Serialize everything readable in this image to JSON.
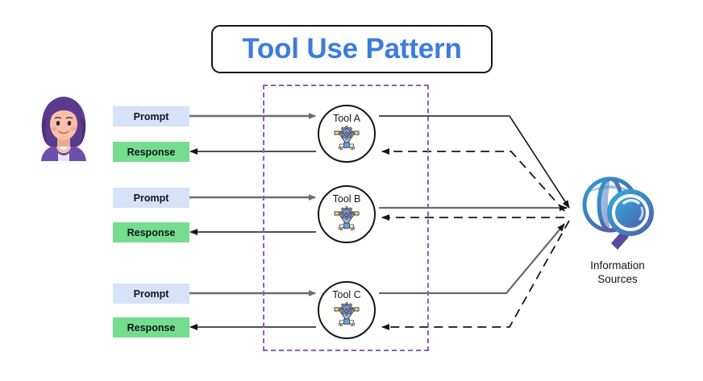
{
  "diagram": {
    "title": "Tool Use Pattern",
    "title_color": "#3b7ddd",
    "group_border_color": "#8b5fb5"
  },
  "actor": {
    "name": "user-avatar",
    "hair_color": "#5b3a8e",
    "shirt_color": "#6b4fa8",
    "skin_color": "#f5b9a0"
  },
  "rows": [
    {
      "prompt_label": "Prompt",
      "response_label": "Response",
      "tool_label": "Tool A",
      "tool_icon": "ai-gear-robot-icon"
    },
    {
      "prompt_label": "Prompt",
      "response_label": "Response",
      "tool_label": "Tool B",
      "tool_icon": "ai-gear-robot-icon"
    },
    {
      "prompt_label": "Prompt",
      "response_label": "Response",
      "tool_label": "Tool C",
      "tool_icon": "ai-gear-robot-icon"
    }
  ],
  "colors": {
    "prompt_fill": "#d6e2f7",
    "response_fill": "#74dd8e",
    "prompt_arrow": "#6b6b6b",
    "response_arrow": "#15161a",
    "request_arrow": "#6b6b6b",
    "return_arrow": "#15161a",
    "node_stroke": "#15161a"
  },
  "information_sources": {
    "label_line1": "Information",
    "label_line2": "Sources",
    "icon": "globe-magnifier-icon",
    "gradient_from": "#2e9fd4",
    "gradient_to": "#5b4b9e"
  }
}
